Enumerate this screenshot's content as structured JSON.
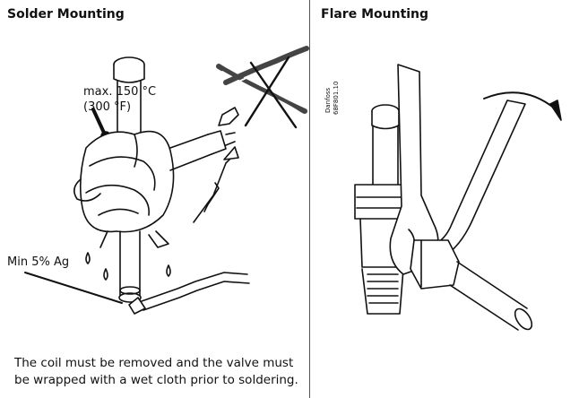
{
  "panels": {
    "left": {
      "title": "Solder Mounting",
      "temperature_label_line1": "max. 150 °C",
      "temperature_label_line2": "(300 °F)",
      "solder_label": "Min 5% Ag",
      "caption": "The coil must be removed and the valve must be wrapped with a wet cloth prior to soldering."
    },
    "right": {
      "title": "Flare Mounting",
      "brand_line1": "Danfoss",
      "brand_line2": "68F801.10"
    }
  }
}
